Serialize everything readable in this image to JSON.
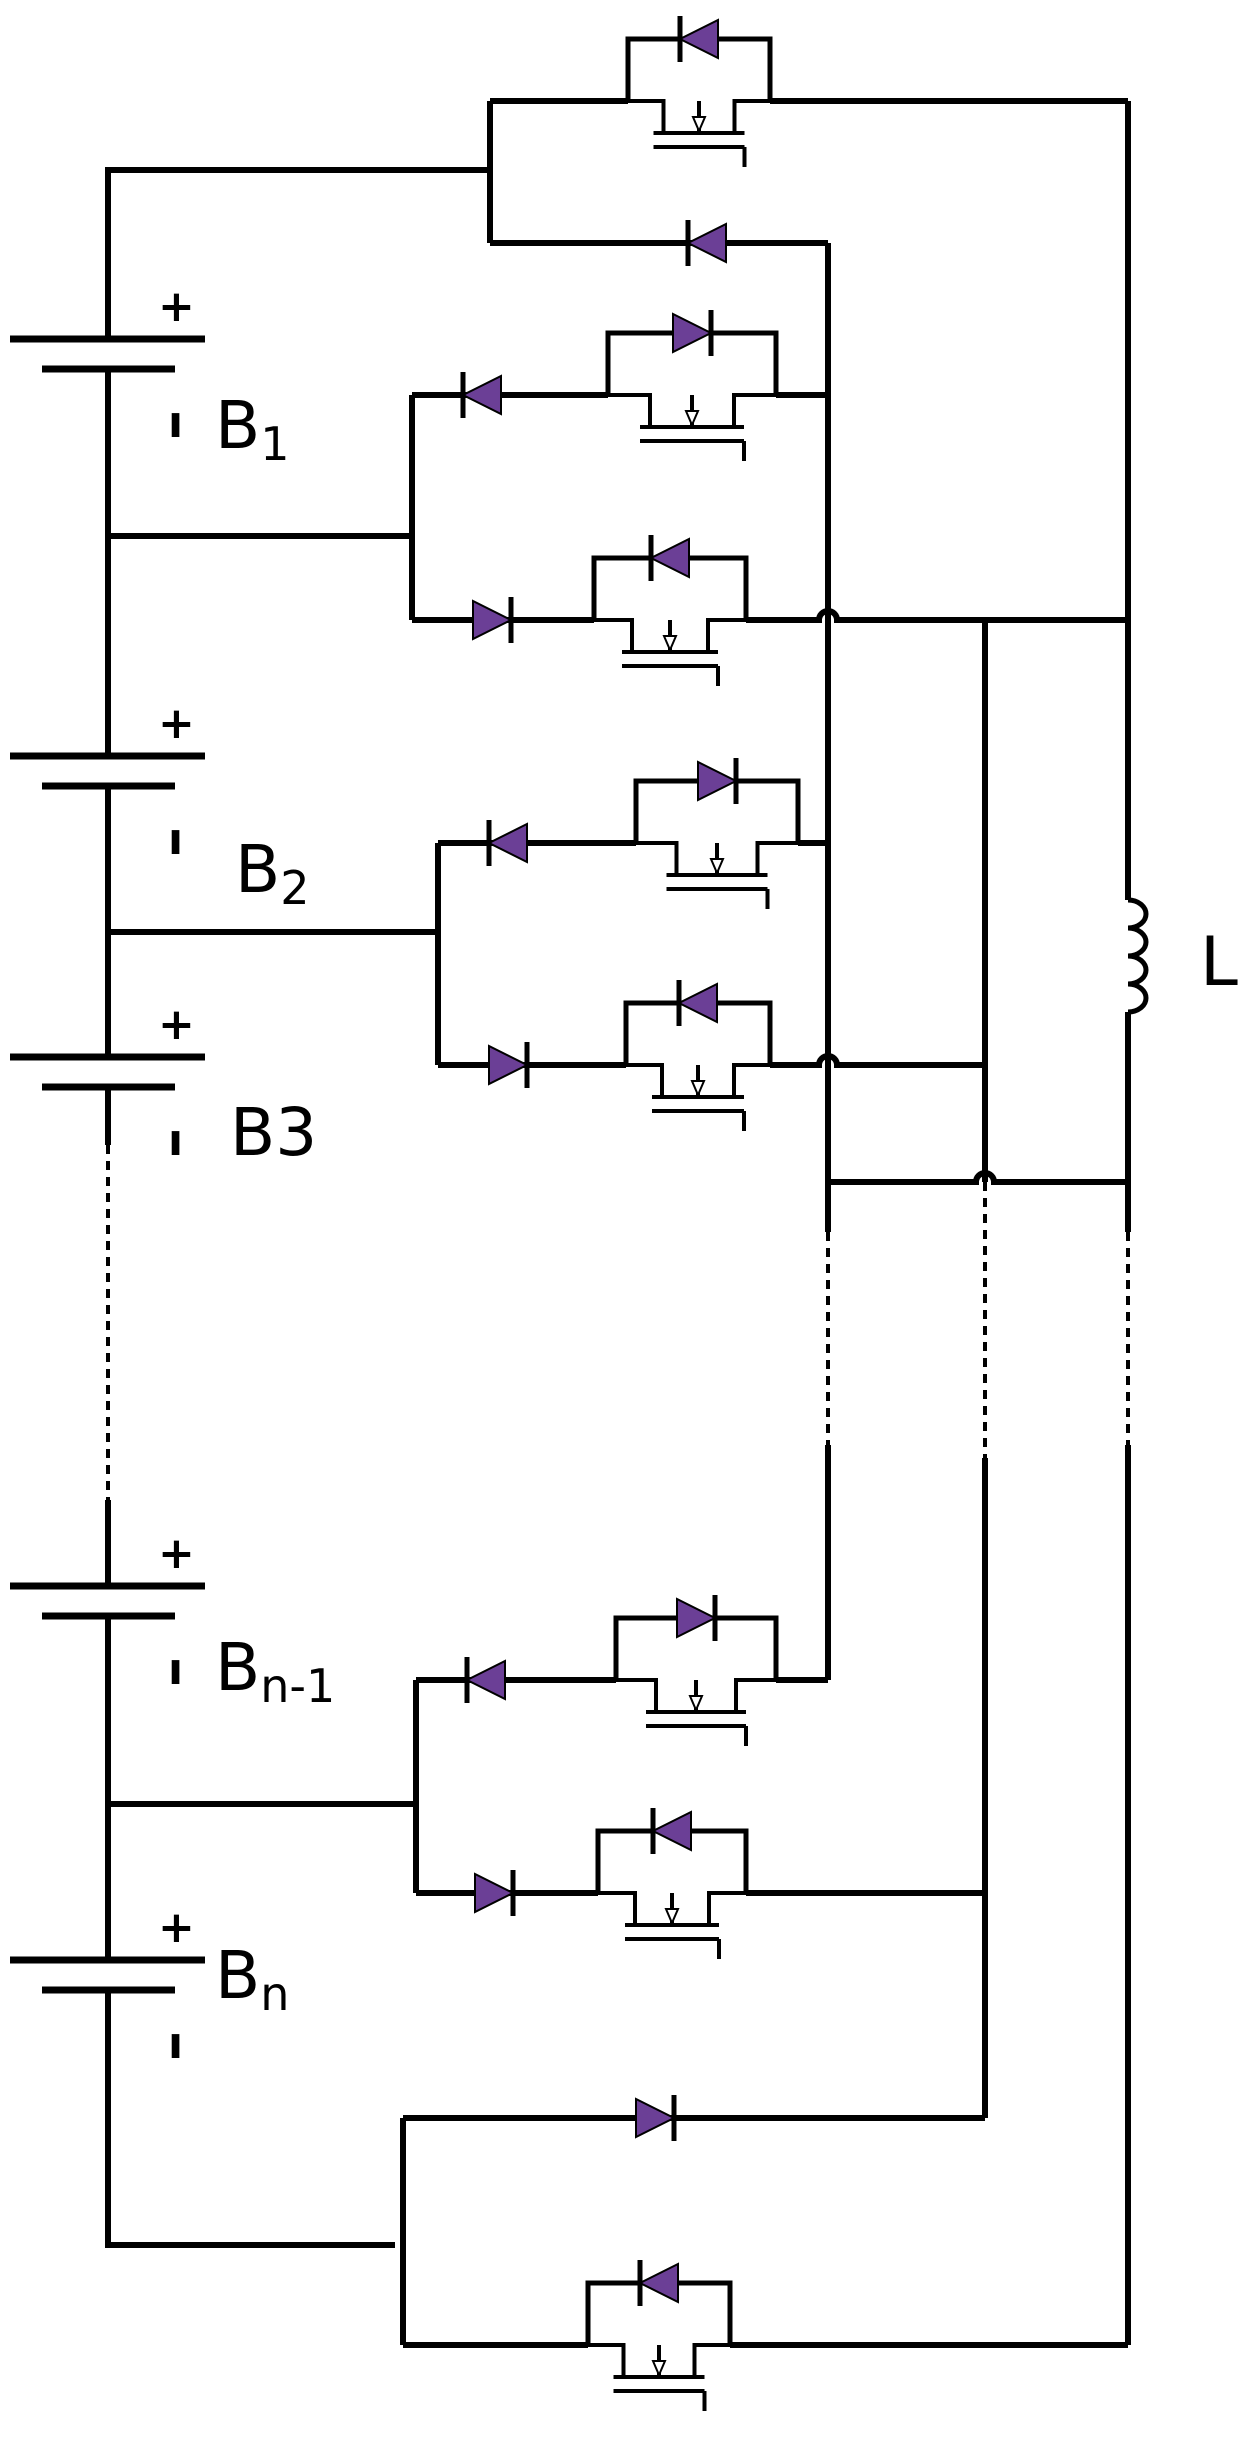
{
  "colors": {
    "wire": "#000000",
    "diode": "#6b3f96",
    "background": "#ffffff"
  },
  "cells": [
    {
      "name": "B",
      "sub": "1",
      "plus": "+",
      "minus": "ı"
    },
    {
      "name": "B",
      "sub": "2",
      "plus": "+",
      "minus": "ı"
    },
    {
      "name": "B3",
      "sub": "",
      "plus": "+",
      "minus": "ı"
    },
    {
      "name": "B",
      "sub": "n-1",
      "plus": "+",
      "minus": "ı"
    },
    {
      "name": "B",
      "sub": "n",
      "plus": "+",
      "minus": "ı"
    }
  ],
  "inductor": {
    "label": "L"
  },
  "components": {
    "diode_icon": "diode-triangle-icon",
    "switch_icon": "mosfet-icon"
  }
}
